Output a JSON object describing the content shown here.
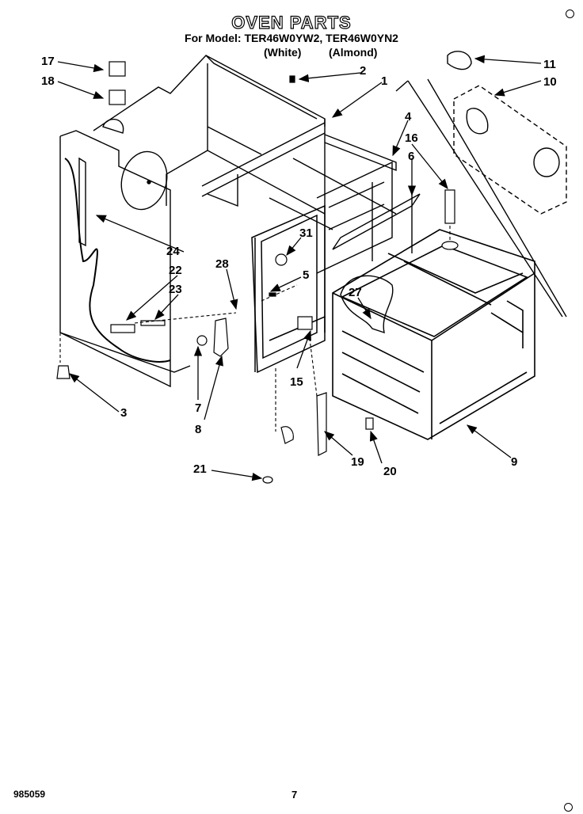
{
  "title": "OVEN PARTS",
  "subtitle": "For Model: TER46W0YW2, TER46W0YN2",
  "variants": [
    "(White)",
    "(Almond)"
  ],
  "footer": {
    "doc_number": "985059",
    "page": "7"
  },
  "callouts": [
    "17",
    "18",
    "2",
    "1",
    "11",
    "10",
    "4",
    "16",
    "6",
    "24",
    "31",
    "28",
    "22",
    "5",
    "23",
    "27",
    "15",
    "3",
    "7",
    "8",
    "19",
    "20",
    "9",
    "21"
  ],
  "icons": [
    "registration-mark",
    "leader-arrow"
  ]
}
